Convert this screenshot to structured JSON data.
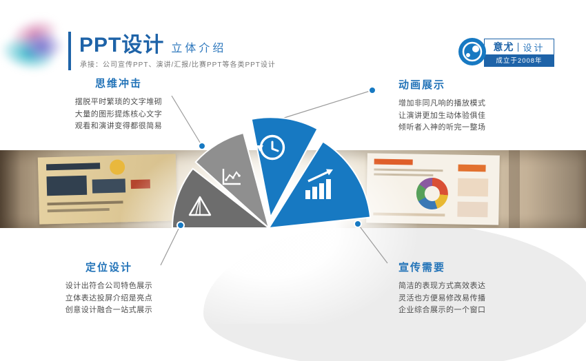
{
  "header": {
    "title": "PPT设计",
    "subtitle": "立体介绍",
    "tagline": "承接：公司宣传PPT、演讲/汇报/比赛PPT等各类PPT设计"
  },
  "logo": {
    "name_bold": "意尤",
    "name_light": "设计",
    "since": "成立于2008年",
    "icon": "brand-circle-icon"
  },
  "features": [
    {
      "id": "top-left",
      "title": "思维冲击",
      "lines": [
        "摆脱平时繁琐的文字堆砌",
        "大量的图形提炼核心文字",
        "观看和演讲变得都很简易"
      ]
    },
    {
      "id": "top-right",
      "title": "动画展示",
      "lines": [
        "增加非同凡响的播放模式",
        "让演讲更加生动体验俱佳",
        "倾听者入神的听完一整场"
      ]
    },
    {
      "id": "bottom-left",
      "title": "定位设计",
      "lines": [
        "设计出符合公司特色展示",
        "立体表达投屏介绍是亮点",
        "创意设计融合一站式展示"
      ]
    },
    {
      "id": "bottom-right",
      "title": "宣传需要",
      "lines": [
        "简洁的表现方式高效表达",
        "灵活也方便易修改易传播",
        "企业综合展示的一个窗口"
      ]
    }
  ],
  "fan": {
    "segments": [
      {
        "icon": "pyramid-icon",
        "color": "#6d6d6d"
      },
      {
        "icon": "line-chart-icon",
        "color": "#8f8f8f"
      },
      {
        "icon": "history-clock-icon",
        "color": "#1779c2"
      },
      {
        "icon": "bar-growth-icon",
        "color": "#1779c2"
      }
    ]
  },
  "colors": {
    "accent_blue": "#1e63a8",
    "heading_blue": "#2273b8",
    "fan_blue": "#1779c2",
    "fan_gray": "#8f8f8f",
    "fan_dark_gray": "#6d6d6d"
  }
}
